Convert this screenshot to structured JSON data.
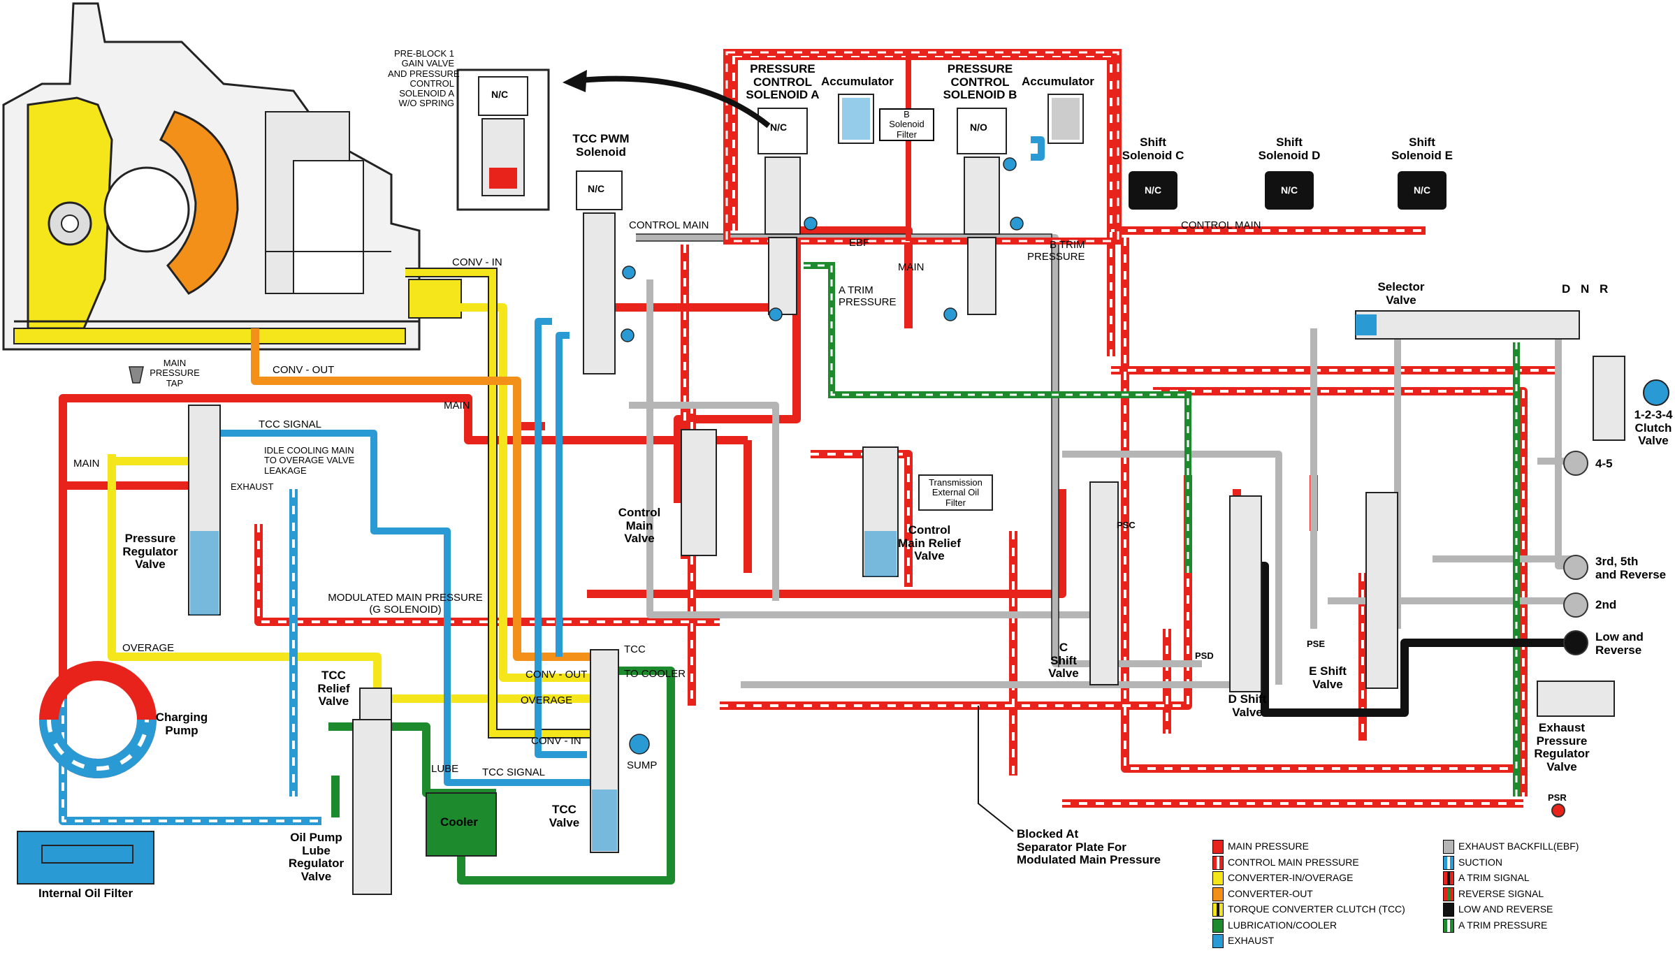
{
  "labels": {
    "preblock": [
      "PRE-BLOCK 1",
      "GAIN VALVE",
      "AND PRESSURE",
      "CONTROL",
      "SOLENOID A",
      "W/O SPRING"
    ],
    "nc": "N/C",
    "no": "N/O",
    "pcs_a": [
      "PRESSURE",
      "CONTROL",
      "SOLENOID A"
    ],
    "pcs_b": [
      "PRESSURE",
      "CONTROL",
      "SOLENOID B"
    ],
    "accumulator": "Accumulator",
    "b_filter": [
      "B",
      "Solenoid",
      "Filter"
    ],
    "tcc_pwm": [
      "TCC PWM",
      "Solenoid"
    ],
    "shift_c": [
      "Shift",
      "Solenoid C"
    ],
    "shift_d": [
      "Shift",
      "Solenoid D"
    ],
    "shift_e": [
      "Shift",
      "Solenoid E"
    ],
    "control_main": "CONTROL MAIN",
    "ebf": "EBF",
    "b_trim": [
      "B TRIM",
      "PRESSURE"
    ],
    "a_trim": [
      "A TRIM",
      "PRESSURE"
    ],
    "main": "MAIN",
    "conv_in": "CONV - IN",
    "conv_out": "CONV - OUT",
    "main_pressure_tap": [
      "MAIN",
      "PRESSURE",
      "TAP"
    ],
    "tcc_signal": "TCC SIGNAL",
    "idle_cooling": [
      "IDLE COOLING MAIN",
      "TO OVERAGE VALVE",
      "LEAKAGE"
    ],
    "exhaust": "EXHAUST",
    "pressure_regulator": [
      "Pressure",
      "Regulator",
      "Valve"
    ],
    "modulated_main": [
      "MODULATED MAIN PRESSURE",
      "(G SOLENOID)"
    ],
    "overage": "OVERAGE",
    "charging_pump": [
      "Charging",
      "Pump"
    ],
    "internal_filter": "Internal Oil Filter",
    "oil_pump_lube": [
      "Oil Pump",
      "Lube",
      "Regulator",
      "Valve"
    ],
    "tcc_relief": [
      "TCC",
      "Relief",
      "Valve"
    ],
    "lube": "LUBE",
    "cooler": "Cooler",
    "tcc": "TCC",
    "to_cooler": "TO COOLER",
    "sump": "SUMP",
    "tcc_valve": [
      "TCC",
      "Valve"
    ],
    "control_main_valve": [
      "Control",
      "Main",
      "Valve"
    ],
    "trans_filter": [
      "Transmission",
      "External Oil",
      "Filter"
    ],
    "control_main_relief": [
      "Control",
      "Main Relief",
      "Valve"
    ],
    "selector_valve": [
      "Selector",
      "Valve"
    ],
    "dnr": [
      "D",
      "N",
      "R"
    ],
    "clutch_1234": [
      "1-2-3-4",
      "Clutch",
      "Valve"
    ],
    "out_45": "4-5",
    "out_35r": [
      "3rd, 5th",
      "and Reverse"
    ],
    "out_2nd": "2nd",
    "out_lr": [
      "Low and",
      "Reverse"
    ],
    "psc": "PSC",
    "psd": "PSD",
    "pse": "PSE",
    "psr": "PSR",
    "c_shift": [
      "C",
      "Shift",
      "Valve"
    ],
    "d_shift": [
      "D Shift",
      "Valve"
    ],
    "e_shift": [
      "E Shift",
      "Valve"
    ],
    "exhaust_reg": [
      "Exhaust",
      "Pressure",
      "Regulator",
      "Valve"
    ],
    "blocked": [
      "Blocked At",
      "Separator Plate For",
      "Modulated Main Pressure"
    ]
  },
  "legend": [
    {
      "label": "MAIN PRESSURE",
      "color": "#e8231c",
      "pattern": "solid"
    },
    {
      "label": "CONTROL MAIN PRESSURE",
      "color": "#e8231c",
      "pattern": "dash-white"
    },
    {
      "label": "CONVERTER-IN/OVERAGE",
      "color": "#f5e61b",
      "pattern": "solid"
    },
    {
      "label": "CONVERTER-OUT",
      "color": "#f39019",
      "pattern": "solid"
    },
    {
      "label": "TORQUE CONVERTER CLUTCH (TCC)",
      "color": "#f5e61b",
      "pattern": "dash-black"
    },
    {
      "label": "LUBRICATION/COOLER",
      "color": "#1e8a2e",
      "pattern": "solid"
    },
    {
      "label": "EXHAUST",
      "color": "#2a9ad4",
      "pattern": "solid"
    },
    {
      "label": "EXHAUST BACKFILL(EBF)",
      "color": "#b5b5b5",
      "pattern": "solid"
    },
    {
      "label": "SUCTION",
      "color": "#2a9ad4",
      "pattern": "dash-white"
    },
    {
      "label": "A TRIM SIGNAL",
      "color": "#e8231c",
      "pattern": "dash-black"
    },
    {
      "label": "REVERSE SIGNAL",
      "color": "#e8231c",
      "pattern": "dash-green"
    },
    {
      "label": "LOW AND REVERSE",
      "color": "#111111",
      "pattern": "solid"
    },
    {
      "label": "A TRIM PRESSURE",
      "color": "#1e8a2e",
      "pattern": "dash-white"
    }
  ],
  "colors": {
    "main": "#e8231c",
    "yellow": "#f5e61b",
    "orange": "#f39019",
    "green": "#1e8a2e",
    "blue": "#2a9ad4",
    "gray": "#b5b5b5",
    "black": "#111111"
  }
}
